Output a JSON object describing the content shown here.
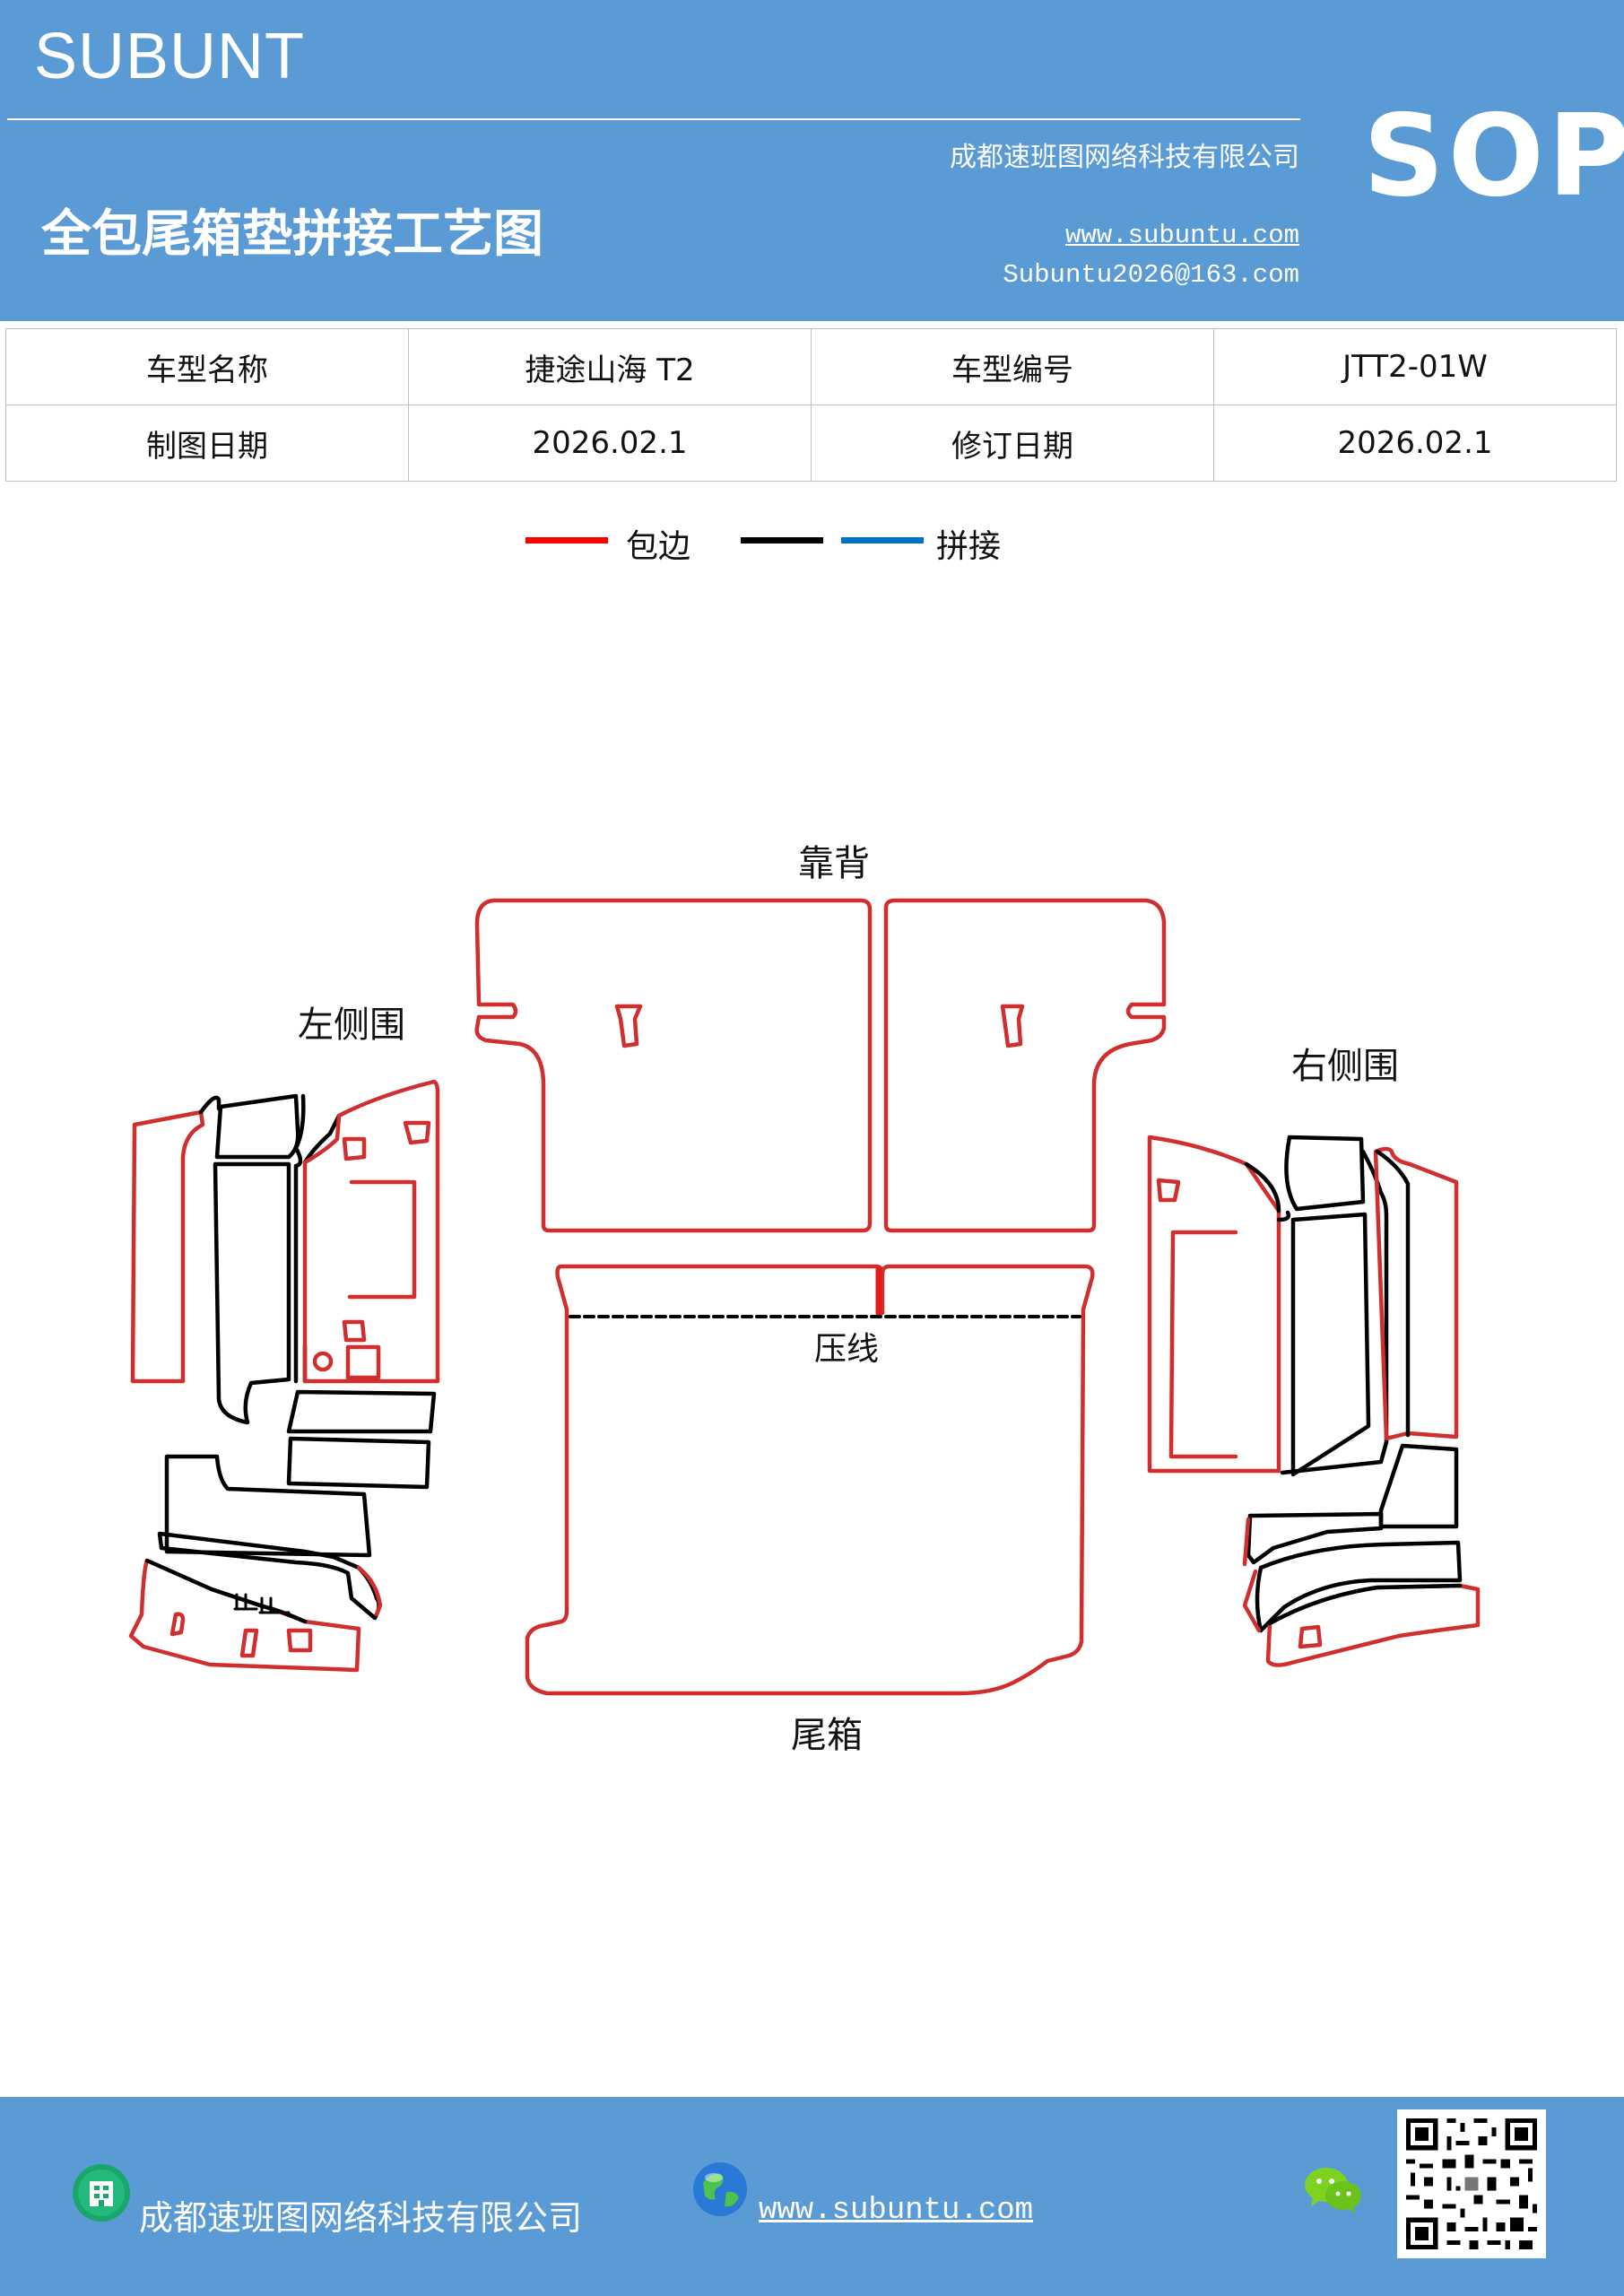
{
  "header": {
    "brand": "SUBUNT",
    "company": "成都速班图网络科技有限公司",
    "title": "全包尾箱垫拼接工艺图",
    "website": "www.subuntu.com",
    "email": "Subuntu2026@163.com",
    "badge": "SOP",
    "background_color": "#5b9bd5"
  },
  "info_table": {
    "rows": [
      [
        "车型名称",
        "捷途山海 T2",
        "车型编号",
        "JTT2-01W"
      ],
      [
        "制图日期",
        "2026.02.1",
        "修订日期",
        "2026.02.1"
      ]
    ]
  },
  "legend": {
    "items": [
      {
        "label": "包边",
        "colors": [
          "#ff0000"
        ]
      },
      {
        "label": "拼接",
        "colors": [
          "#000000",
          "#0070c0"
        ]
      }
    ]
  },
  "diagram": {
    "labels": {
      "backrest": "靠背",
      "left_side": "左侧围",
      "right_side": "右侧围",
      "press_line": "压线",
      "trunk": "尾箱"
    },
    "colors": {
      "edge": "#cf2f2f",
      "seam": "#000000"
    }
  },
  "footer": {
    "company": "成都速班图网络科技有限公司",
    "website": "www.subuntu.com",
    "icons": [
      "building-icon",
      "globe-icon",
      "wechat-icon",
      "qr-code"
    ]
  }
}
